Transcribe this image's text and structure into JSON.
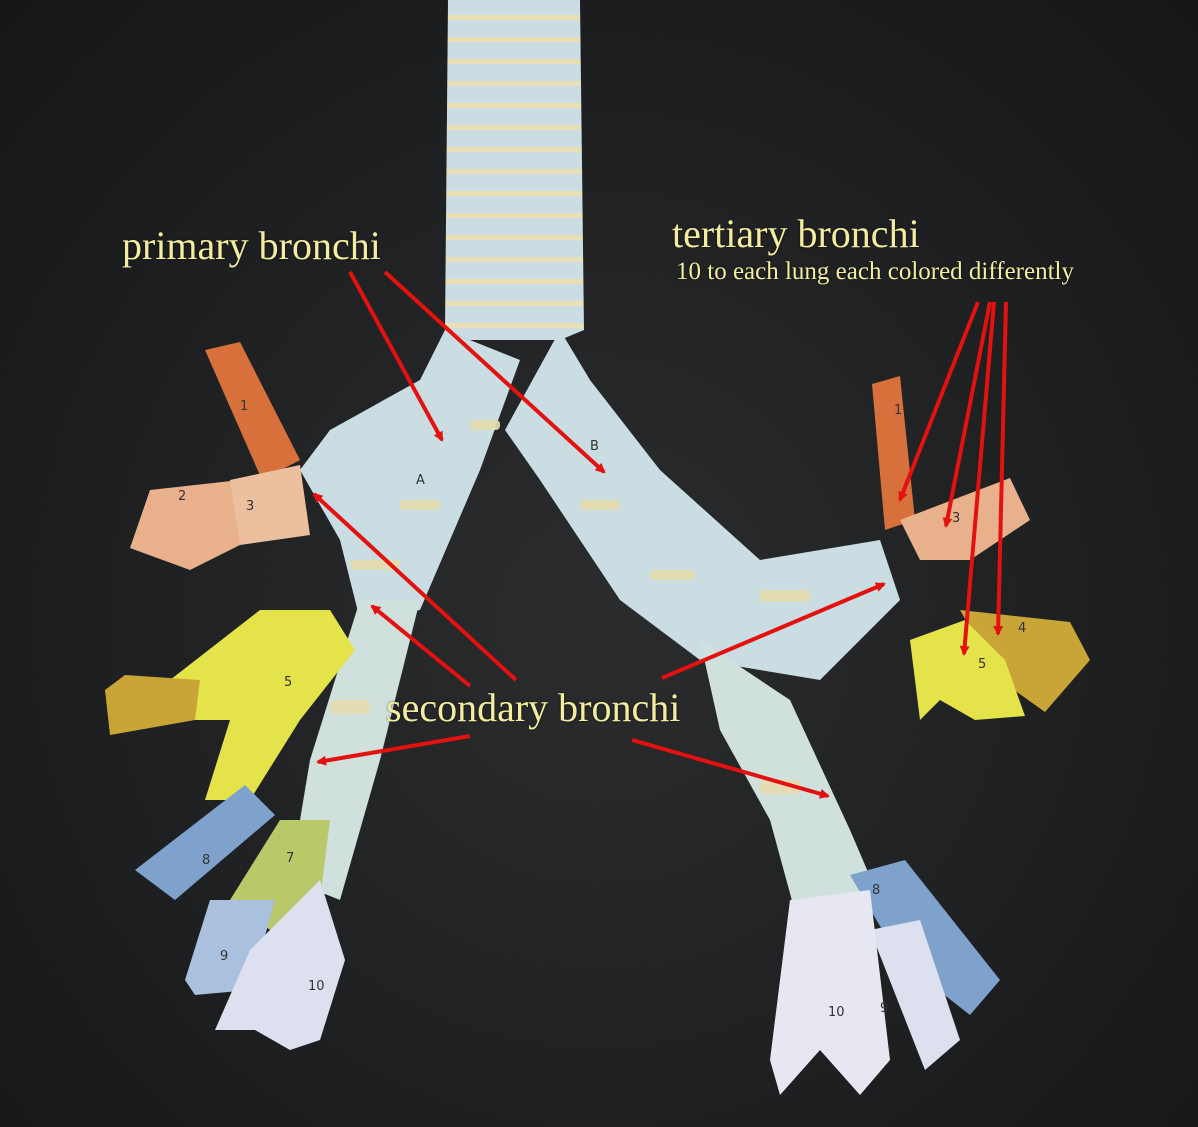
{
  "labels": {
    "primary": "primary bronchi",
    "tertiary": "tertiary bronchi",
    "tertiary_sub": "10 to each lung each colored differently",
    "secondary": "secondary bronchi"
  },
  "model_marks": {
    "left_primary": "A",
    "right_primary": "B",
    "segments_left": [
      "1",
      "2",
      "3",
      "5",
      "7",
      "8",
      "9",
      "10"
    ],
    "segments_right": [
      "1",
      "3",
      "4",
      "5",
      "8",
      "9",
      "10"
    ]
  },
  "colors": {
    "background": "#1e2022",
    "trachea": "#c9dde2",
    "cartilage": "#e6dcae",
    "label_text": "#f4eda0",
    "arrow": "#e3110f",
    "seg_orange": "#d8703c",
    "seg_peach": "#e9b08c",
    "seg_yellow": "#e5e34a",
    "seg_ochre": "#c9a537",
    "seg_blue": "#7fa2cc",
    "seg_green": "#b9c96a",
    "seg_lavender": "#dde0ef"
  }
}
